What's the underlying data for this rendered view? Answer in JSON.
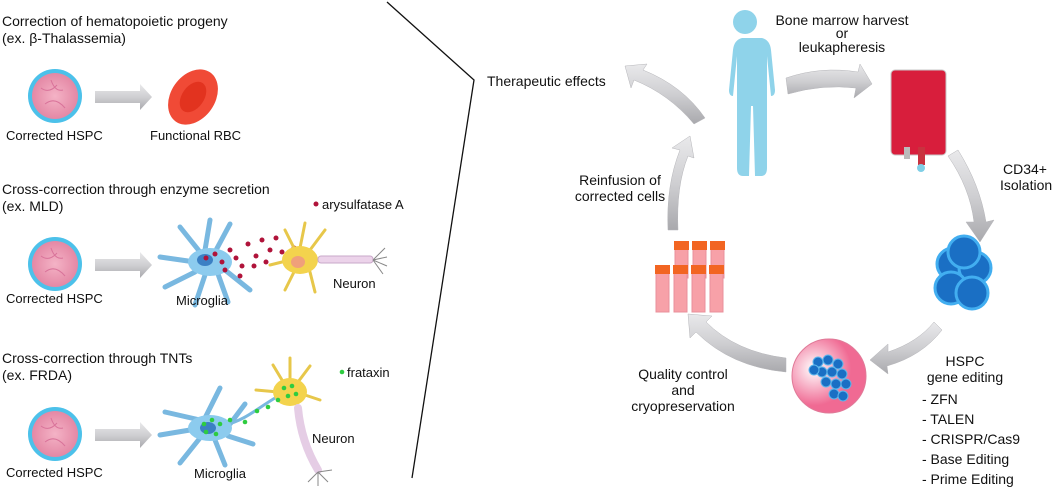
{
  "left_panel": {
    "sections": [
      {
        "title": "Correction of hematopoietic progeny",
        "subtitle": "(ex. β-Thalassemia)",
        "source_label": "Corrected HSPC",
        "target_label": "Functional RBC"
      },
      {
        "title": "Cross-correction through enzyme secretion",
        "subtitle": "(ex. MLD)",
        "source_label": "Corrected HSPC",
        "cell1_label": "Microglia",
        "cell2_label": "Neuron",
        "legend_label": "arysulfatase A",
        "legend_color": "#b0133a"
      },
      {
        "title": "Cross-correction through TNTs",
        "subtitle": "(ex. FRDA)",
        "source_label": "Corrected HSPC",
        "cell1_label": "Microglia",
        "cell2_label": "Neuron",
        "legend_label": "frataxin",
        "legend_color": "#2ecc40"
      }
    ]
  },
  "cycle": {
    "steps": {
      "harvest": [
        "Bone marrow harvest",
        "or",
        "leukapheresis"
      ],
      "isolation": [
        "CD34+",
        "Isolation"
      ],
      "editing_title": [
        "HSPC",
        "gene editing"
      ],
      "editing_methods": [
        "- ZFN",
        "- TALEN",
        "- CRISPR/Cas9",
        "- Base Editing",
        "- Prime Editing"
      ],
      "qc": [
        "Quality control",
        "and",
        "cryopreservation"
      ],
      "reinfusion": [
        "Reinfusion of",
        "corrected cells"
      ],
      "effects": "Therapeutic effects"
    },
    "colors": {
      "patient": "#8fd3ea",
      "blood_bag": "#d81e3c",
      "hspc": "#1a6fc4",
      "vial_cap": "#f26522",
      "vial_liquid": "#f7a1a8",
      "arrow": "#c9c9cc"
    }
  }
}
